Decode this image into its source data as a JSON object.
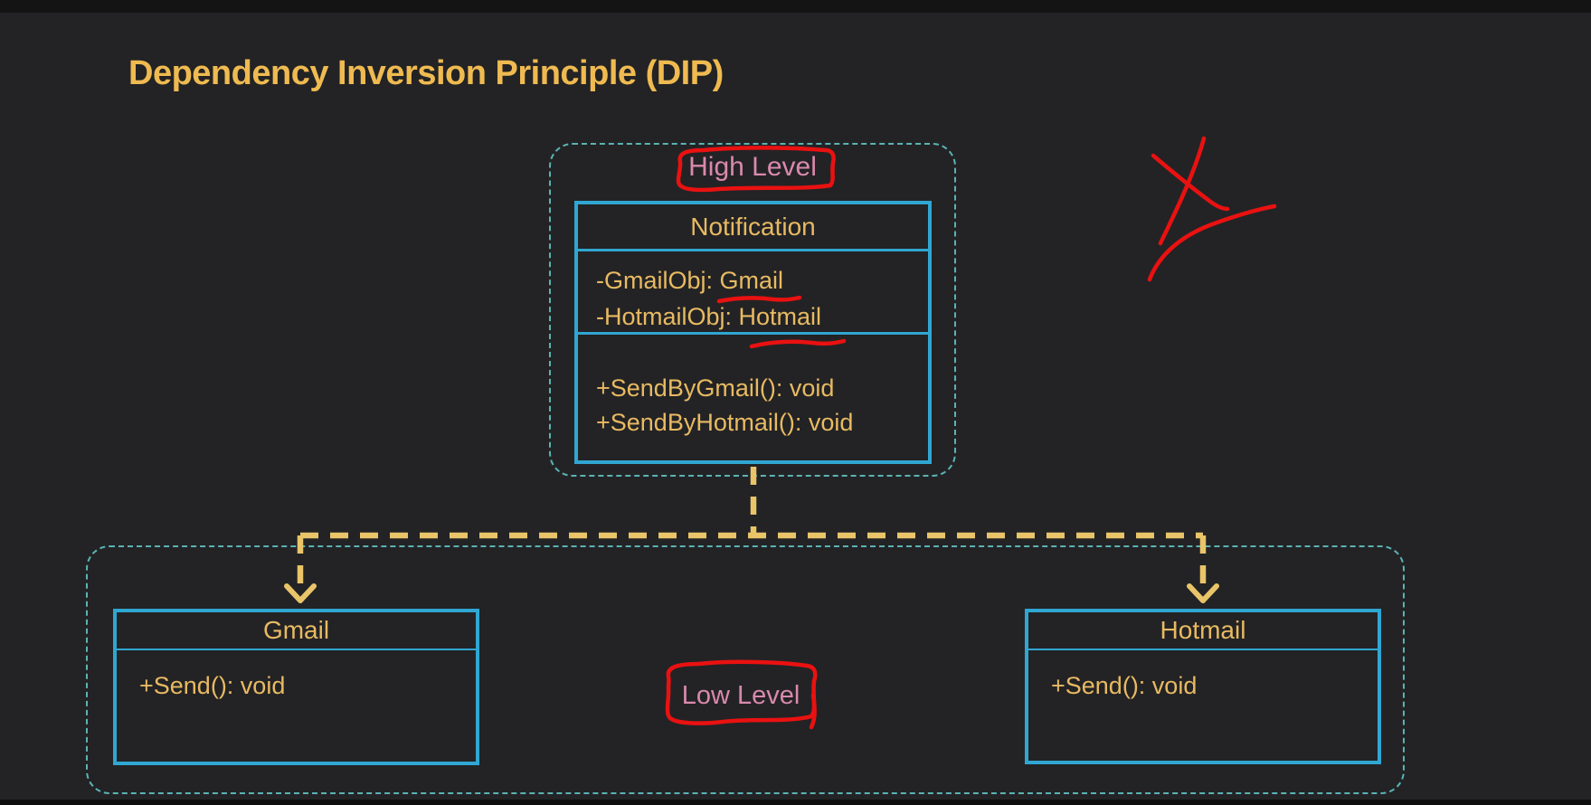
{
  "title": "Dependency Inversion Principle (DIP)",
  "groups": {
    "high": {
      "label": "High Level"
    },
    "low": {
      "label": "Low Level"
    }
  },
  "classes": {
    "notification": {
      "name": "Notification",
      "fields": [
        "-GmailObj: Gmail",
        "-HotmailObj: Hotmail"
      ],
      "methods": [
        "+SendByGmail(): void",
        "+SendByHotmail(): void"
      ]
    },
    "gmail": {
      "name": "Gmail",
      "methods": [
        "+Send(): void"
      ]
    },
    "hotmail": {
      "name": "Hotmail",
      "methods": [
        "+Send(): void"
      ]
    }
  },
  "annotations": {
    "high_level_mark": "hand-drawn-red-box",
    "low_level_mark": "hand-drawn-red-box",
    "gmail_field_mark": "hand-drawn-red-underline",
    "hotmail_field_mark": "hand-drawn-red-underline",
    "top_right_mark": "hand-drawn-red-x-scribble"
  },
  "colors": {
    "background": "#232325",
    "letterbox": "#141414",
    "title_text": "#efba50",
    "class_text": "#e8ba62",
    "box_border": "#30a6d2",
    "group_border": "#5bb3b4",
    "label_text": "#d989ae",
    "connector": "#e9c469",
    "ink": "#ea1111"
  }
}
